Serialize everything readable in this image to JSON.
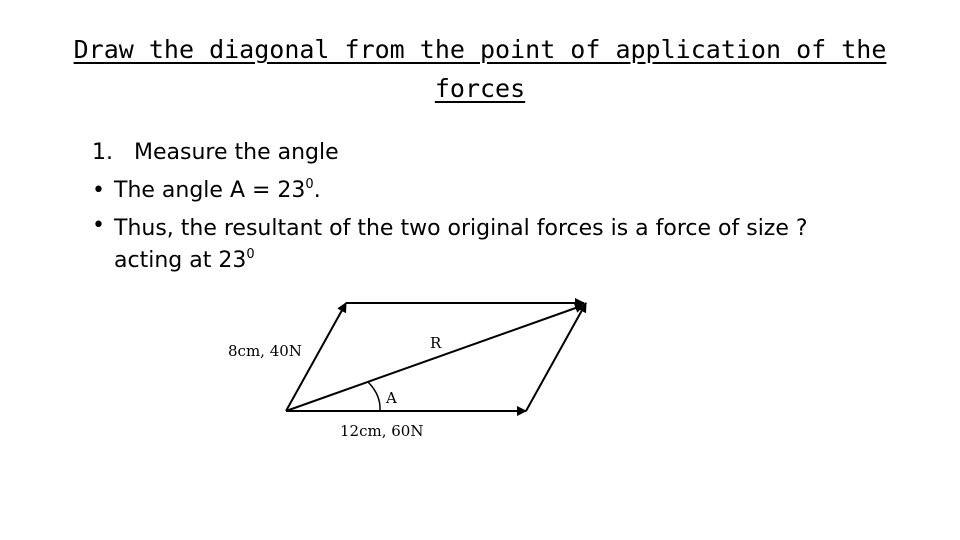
{
  "title": {
    "line1": "Draw the diagonal from the point of application of the",
    "line2": "forces"
  },
  "items": [
    {
      "marker": "1.",
      "text": "Measure the angle"
    },
    {
      "marker": "•",
      "text": "The angle A = 23",
      "sup": "0",
      "after": "."
    },
    {
      "marker": "•",
      "text": "Thus, the resultant of the two original forces is a force of size ? acting at 23",
      "sup": "0",
      "after": ""
    }
  ],
  "diagram": {
    "left_force_label": "8cm, 40N",
    "bottom_force_label": "12cm, 60N",
    "resultant_label": "R",
    "angle_label": "A"
  }
}
